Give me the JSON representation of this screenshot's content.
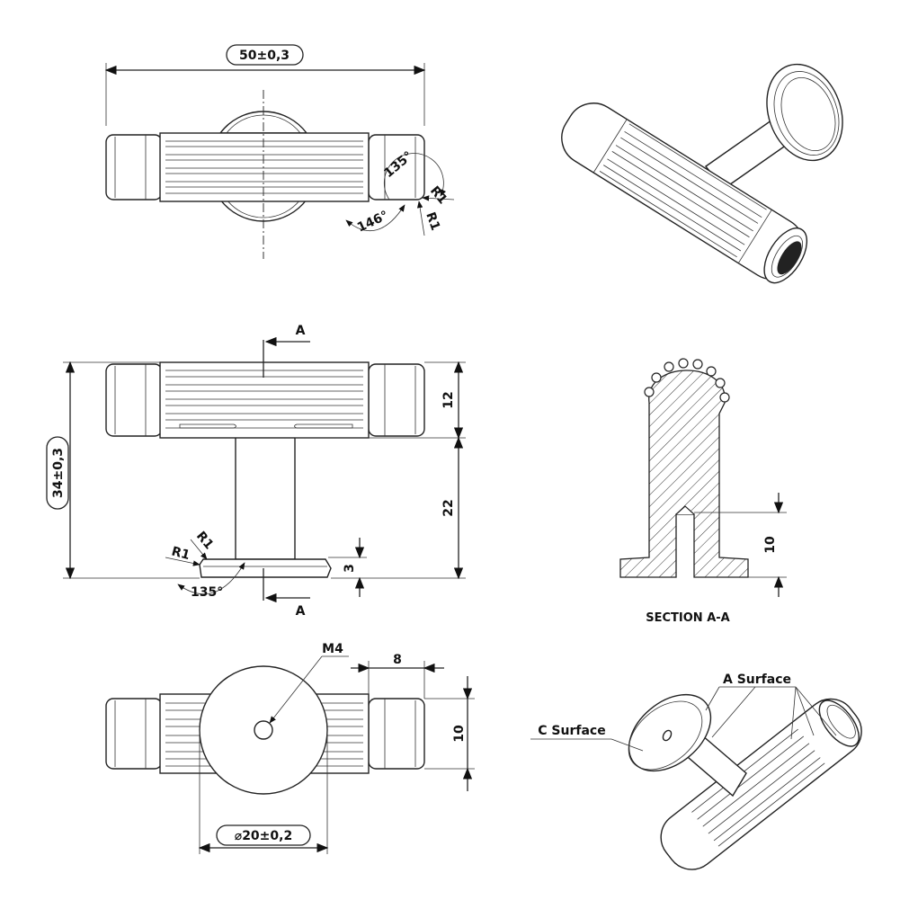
{
  "top_view": {
    "width_dim": "50±0,3",
    "angle_outer": "135°",
    "angle_inner": "146°",
    "radius_1": "R1",
    "radius_2": "R1"
  },
  "front_view": {
    "height_dim": "34±0,3",
    "grip_dim": "12",
    "stem_dim": "22",
    "base_dim": "3",
    "radius_1": "R1",
    "radius_2": "R1",
    "angle": "135°",
    "section_mark_top": "A",
    "section_mark_bottom": "A"
  },
  "section_view": {
    "title": "SECTION A-A",
    "hole_depth": "10"
  },
  "bottom_view": {
    "thread": "M4",
    "end_length": "8",
    "grip_dim": "10",
    "diameter_dim": "⌀20±0,2"
  },
  "iso_view": {
    "a_surface": "A Surface",
    "c_surface": "C Surface"
  }
}
